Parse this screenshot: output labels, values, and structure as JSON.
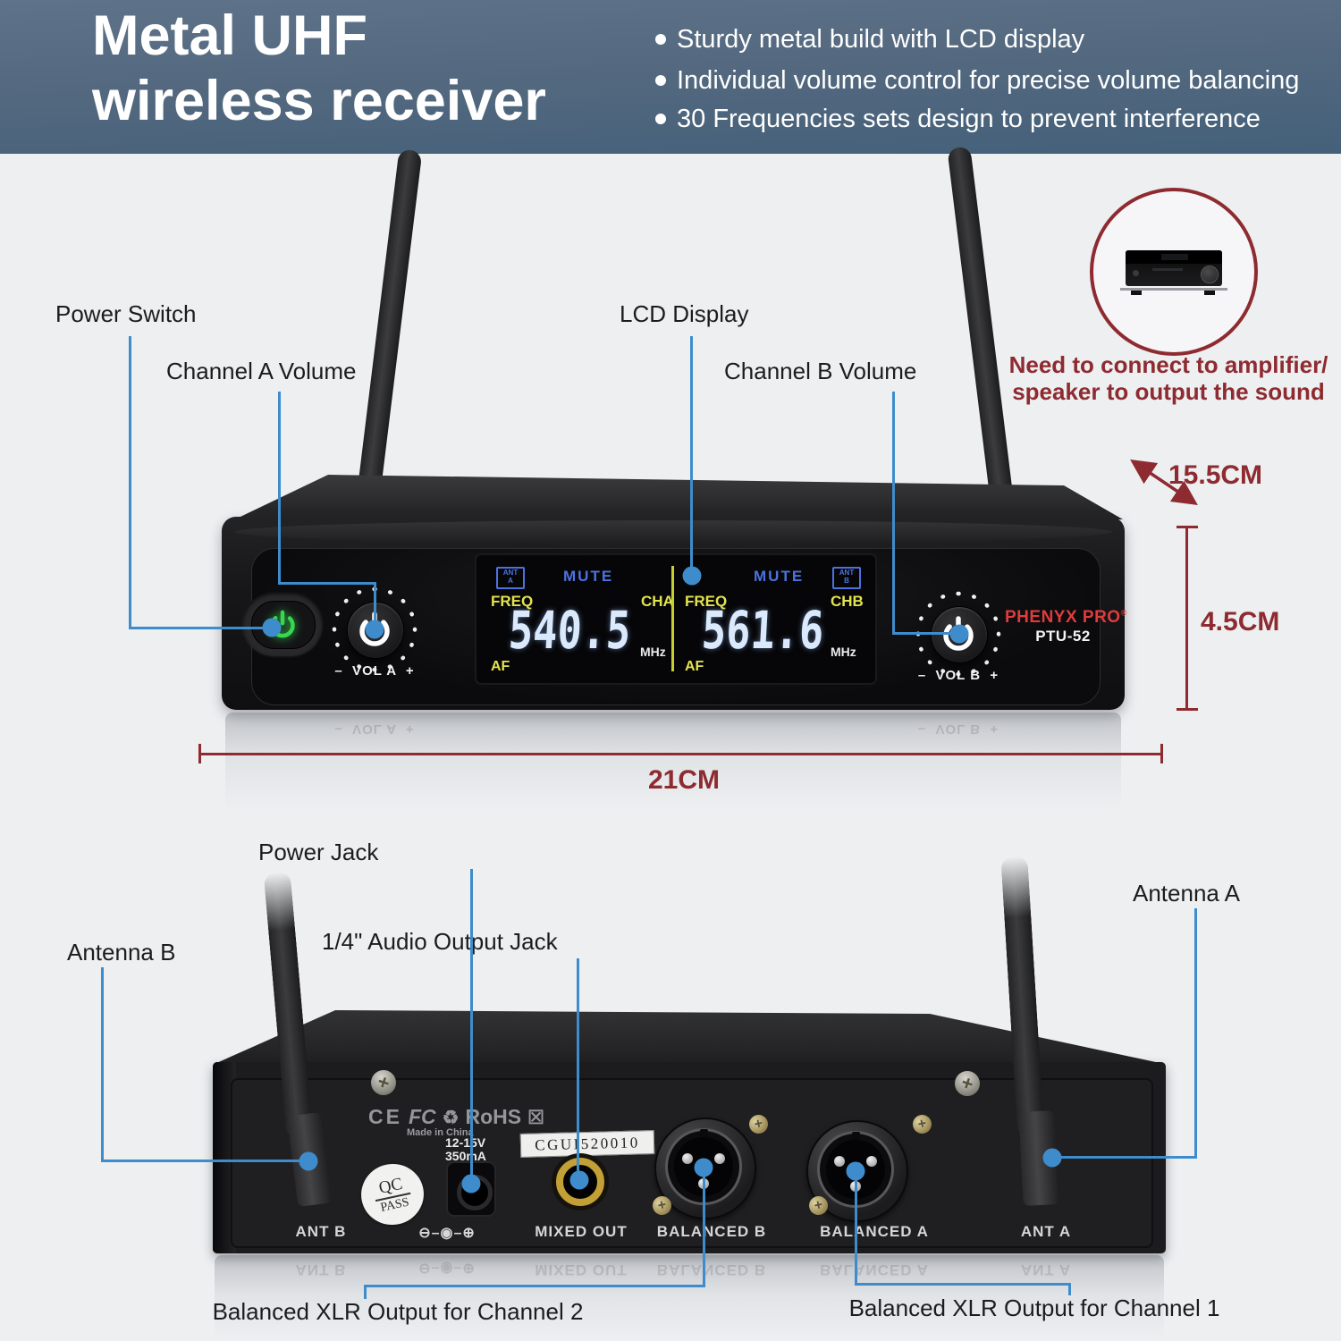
{
  "header": {
    "title": [
      "Metal UHF",
      "wireless receiver"
    ],
    "bullets": [
      "Sturdy metal build with LCD display",
      "Individual volume control for precise volume balancing",
      "30 Frequencies sets design to prevent interference"
    ]
  },
  "front": {
    "labels": {
      "power_switch": "Power Switch",
      "channel_a": "Channel A Volume",
      "lcd": "LCD Display",
      "channel_b": "Channel B Volume"
    },
    "note": [
      "Need to connect to amplifier/",
      "speaker to output the sound"
    ],
    "dims": {
      "depth": "15.5CM",
      "height": "4.5CM",
      "width": "21CM"
    },
    "device": {
      "brand": "PHENYX PRO",
      "reg": "®",
      "model": "PTU-52",
      "vol_a": "–  VOL A  +",
      "vol_b": "–  VOL B  +",
      "lcd": {
        "ant_label": "ANT",
        "ant_a": "A",
        "ant_b": "B",
        "mute": "MUTE",
        "freq": "FREQ",
        "cha": "CHA",
        "chb": "CHB",
        "freq_a": "540.5",
        "freq_b": "561.6",
        "mhz": "MHz",
        "af": "AF"
      }
    }
  },
  "rear": {
    "labels": {
      "power_jack": "Power Jack",
      "audio_jack": "1/4\" Audio Output Jack",
      "antenna_b": "Antenna B",
      "antenna_a": "Antenna A",
      "xlr_ch2": "Balanced XLR Output for Channel 2",
      "xlr_ch1": "Balanced XLR Output for Channel 1"
    },
    "panel": {
      "ce": "CE",
      "fc": "FC",
      "recycle": "♻",
      "rohs": "RoHS",
      "weee": "☒",
      "made_in": "Made in China",
      "voltage": "12-15V",
      "current": "350mA",
      "serial": "CGUI520010",
      "qc_top": "QC",
      "qc_bottom": "PASS",
      "polarity": "⊖–◉–⊕",
      "jack_labels": [
        "ANT B",
        "MIXED OUT",
        "BALANCED B",
        "BALANCED A",
        "ANT A"
      ]
    }
  },
  "colors": {
    "callout_blue": "#3e8ccc",
    "maroon": "#8e2b30",
    "brand_red": "#e23b3c",
    "lcd_blue": "#4d72e0",
    "lcd_yellow": "#e3e34f",
    "power_green": "#35d84e"
  }
}
